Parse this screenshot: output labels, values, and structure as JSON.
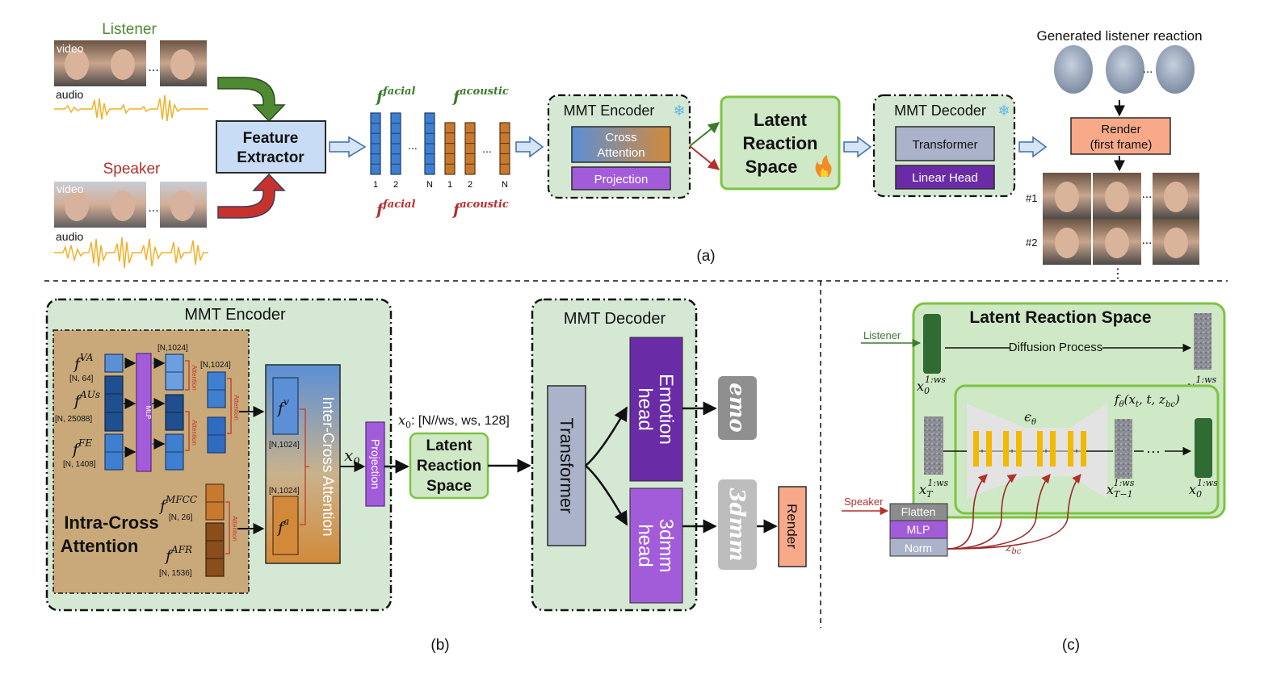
{
  "panel_a": {
    "listener_title": "Listener",
    "speaker_title": "Speaker",
    "video_label": "video",
    "audio_label": "audio",
    "ellipsis": "...",
    "feature_extractor": [
      "Feature",
      "Extractor"
    ],
    "f_label": "f",
    "sup_facial": "facial",
    "sup_acoustic": "acoustic",
    "idx_1": "1",
    "idx_2": "2",
    "idx_n": "N",
    "encoder_title": "MMT Encoder",
    "cross_attention": [
      "Cross",
      "Attention"
    ],
    "projection": "Projection",
    "latent_space": [
      "Latent",
      "Reaction",
      "Space"
    ],
    "decoder_title": "MMT Decoder",
    "transformer": "Transformer",
    "linear_head": "Linear Head",
    "generated_title": "Generated listener reaction",
    "render": [
      "Render",
      "(first frame)"
    ],
    "row1": "#1",
    "row2": "#2",
    "vdots": "⋮",
    "caption": "(a)"
  },
  "panel_b": {
    "encoder_title": "MMT Encoder",
    "f_va_sup": "VA",
    "f_va_dim": "[N, 64]",
    "f_aus_sup": "AUs",
    "f_aus_dim": "[N, 25088]",
    "f_fe_sup": "FE",
    "f_fe_dim": "[N, 1408]",
    "f_mfcc_sup": "MFCC",
    "f_mfcc_dim": "[N, 26]",
    "f_afr_sup": "AFR",
    "f_afr_dim": "[N, 1536]",
    "mlp": "MLP",
    "dim_1024": "[N,1024]",
    "attention": "Attention",
    "intra_cross": [
      "Intra-Cross",
      "Attention"
    ],
    "inter_cross": "Inter-Cross Attention",
    "f_v_sup": "v",
    "f_a_sup": "a",
    "x0": "x",
    "x0_sub": "0",
    "projection": "Projection",
    "x0_shape": ": [N//ws, ws, 128]",
    "latent_space": [
      "Latent",
      "Reaction",
      "Space"
    ],
    "decoder_title": "MMT Decoder",
    "transformer": "Transformer",
    "emotion_head": [
      "Emotion",
      "head"
    ],
    "threedmm_head": [
      "3dmm",
      "head"
    ],
    "emo": "emo",
    "threedmm": "3dmm",
    "render": "Render",
    "caption": "(b)"
  },
  "panel_c": {
    "title": "Latent Reaction Space",
    "listener": "Listener",
    "speaker": "Speaker",
    "diffusion_process": "Diffusion Process",
    "x_label": "x",
    "sub_0": "0",
    "sub_T": "T",
    "sub_T1": "T−1",
    "sup_ws": "1:ws",
    "epsilon": "ϵ",
    "theta": "θ",
    "f_theta": "f",
    "f_theta_args": "(x",
    "f_theta_rest": ", t, z",
    "f_theta_bc": "bc",
    "f_theta_close": ")",
    "f_theta_t": "t",
    "ellipsis": "···",
    "flatten": "Flatten",
    "mlp": "MLP",
    "norm": "Norm",
    "z_bc": "z",
    "z_bc_sub": "bc",
    "caption": "(c)"
  },
  "colors": {
    "panel_green": "#d5e8d4",
    "latent_green": "#cfe8c5",
    "latent_border": "#7cc442",
    "feature_blue": "#c9dcf5",
    "token_blue": "#3f7fd0",
    "token_orange": "#c77a2e",
    "projection_purple": "#a35cd9",
    "head_dark_purple": "#6a2ca6",
    "transformer_gray": "#aab3c9",
    "render_orange": "#f7a98a",
    "listener_green": "#3d7a2e",
    "speaker_red": "#b3302b",
    "waveform": "#f2b027",
    "intra_tan": "#c9a97a"
  }
}
